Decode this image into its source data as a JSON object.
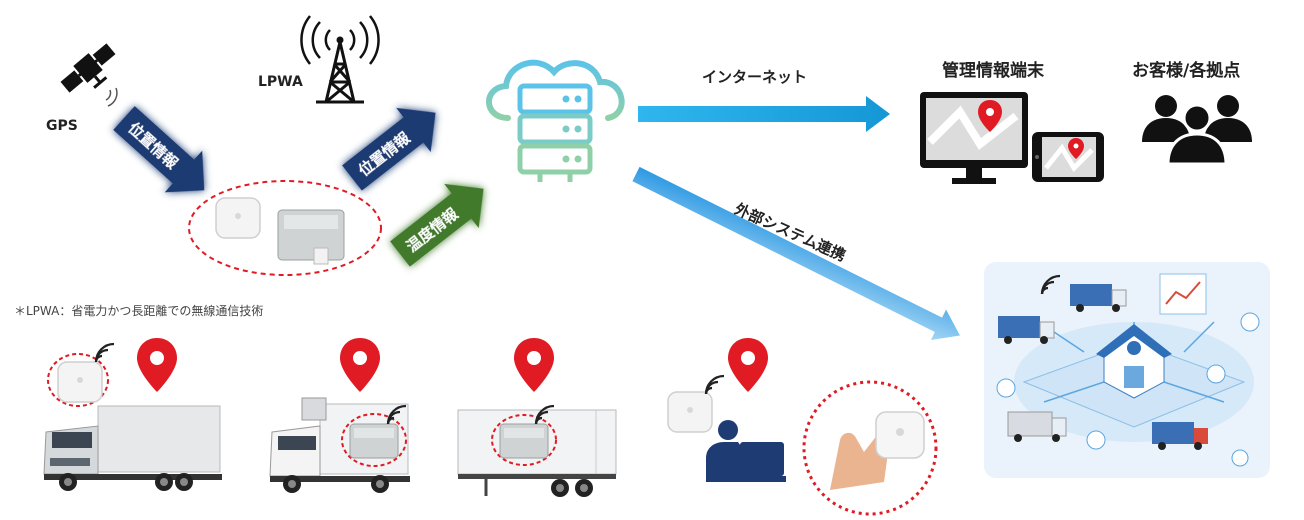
{
  "labels": {
    "gps": "GPS",
    "lpwa": "LPWA",
    "internet": "インターネット",
    "management_terminal": "管理情報端末",
    "customers": "お客様/各拠点",
    "external_system": "外部システム連携",
    "note": "＊LPWA：省電力かつ長距離での無線通信技術"
  },
  "arrows": {
    "gps_position": "位置情報",
    "lpwa_position": "位置情報",
    "temperature": "温度情報"
  },
  "colors": {
    "navy": "#1f3b73",
    "green": "#3f7a2b",
    "cyan": "#1aa6e6",
    "red": "#e01b24",
    "cloud": "#5cc3e8",
    "server": "#8fd0a8"
  },
  "icons": [
    "satellite-icon",
    "tower-icon",
    "cloud-server-icon",
    "monitor-map-icon",
    "tablet-map-icon",
    "people-icon",
    "location-pin-icon",
    "wifi-icon",
    "person-desk-icon"
  ]
}
